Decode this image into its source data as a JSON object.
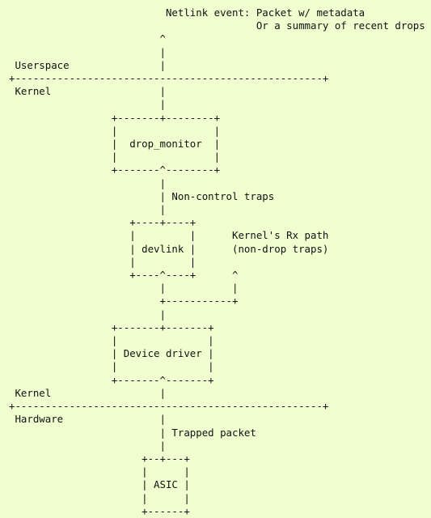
{
  "diagram": {
    "lines": [
      "                          Netlink event: Packet w/ metadata",
      "                                         Or a summary of recent drops",
      "                         ^",
      "                         |",
      " Userspace               |",
      "+---------------------------------------------------+",
      " Kernel                  |",
      "                         |",
      "                 +-------+--------+",
      "                 |                |",
      "                 |  drop_monitor  |",
      "                 |                |",
      "                 +-------^--------+",
      "                         |",
      "                         | Non-control traps",
      "                         |",
      "                    +----+----+",
      "                    |         |      Kernel's Rx path",
      "                    | devlink |      (non-drop traps)",
      "                    |         |",
      "                    +----^----+      ^",
      "                         |           |",
      "                         +-----------+",
      "                         |",
      "                 +-------+-------+",
      "                 |               |",
      "                 | Device driver |",
      "                 |               |",
      "                 +-------^-------+",
      " Kernel                  |",
      "+---------------------------------------------------+",
      " Hardware                |",
      "                         | Trapped packet",
      "                         |",
      "                      +--+---+",
      "                      |      |",
      "                      | ASIC |",
      "                      |      |",
      "                      +------+"
    ]
  }
}
